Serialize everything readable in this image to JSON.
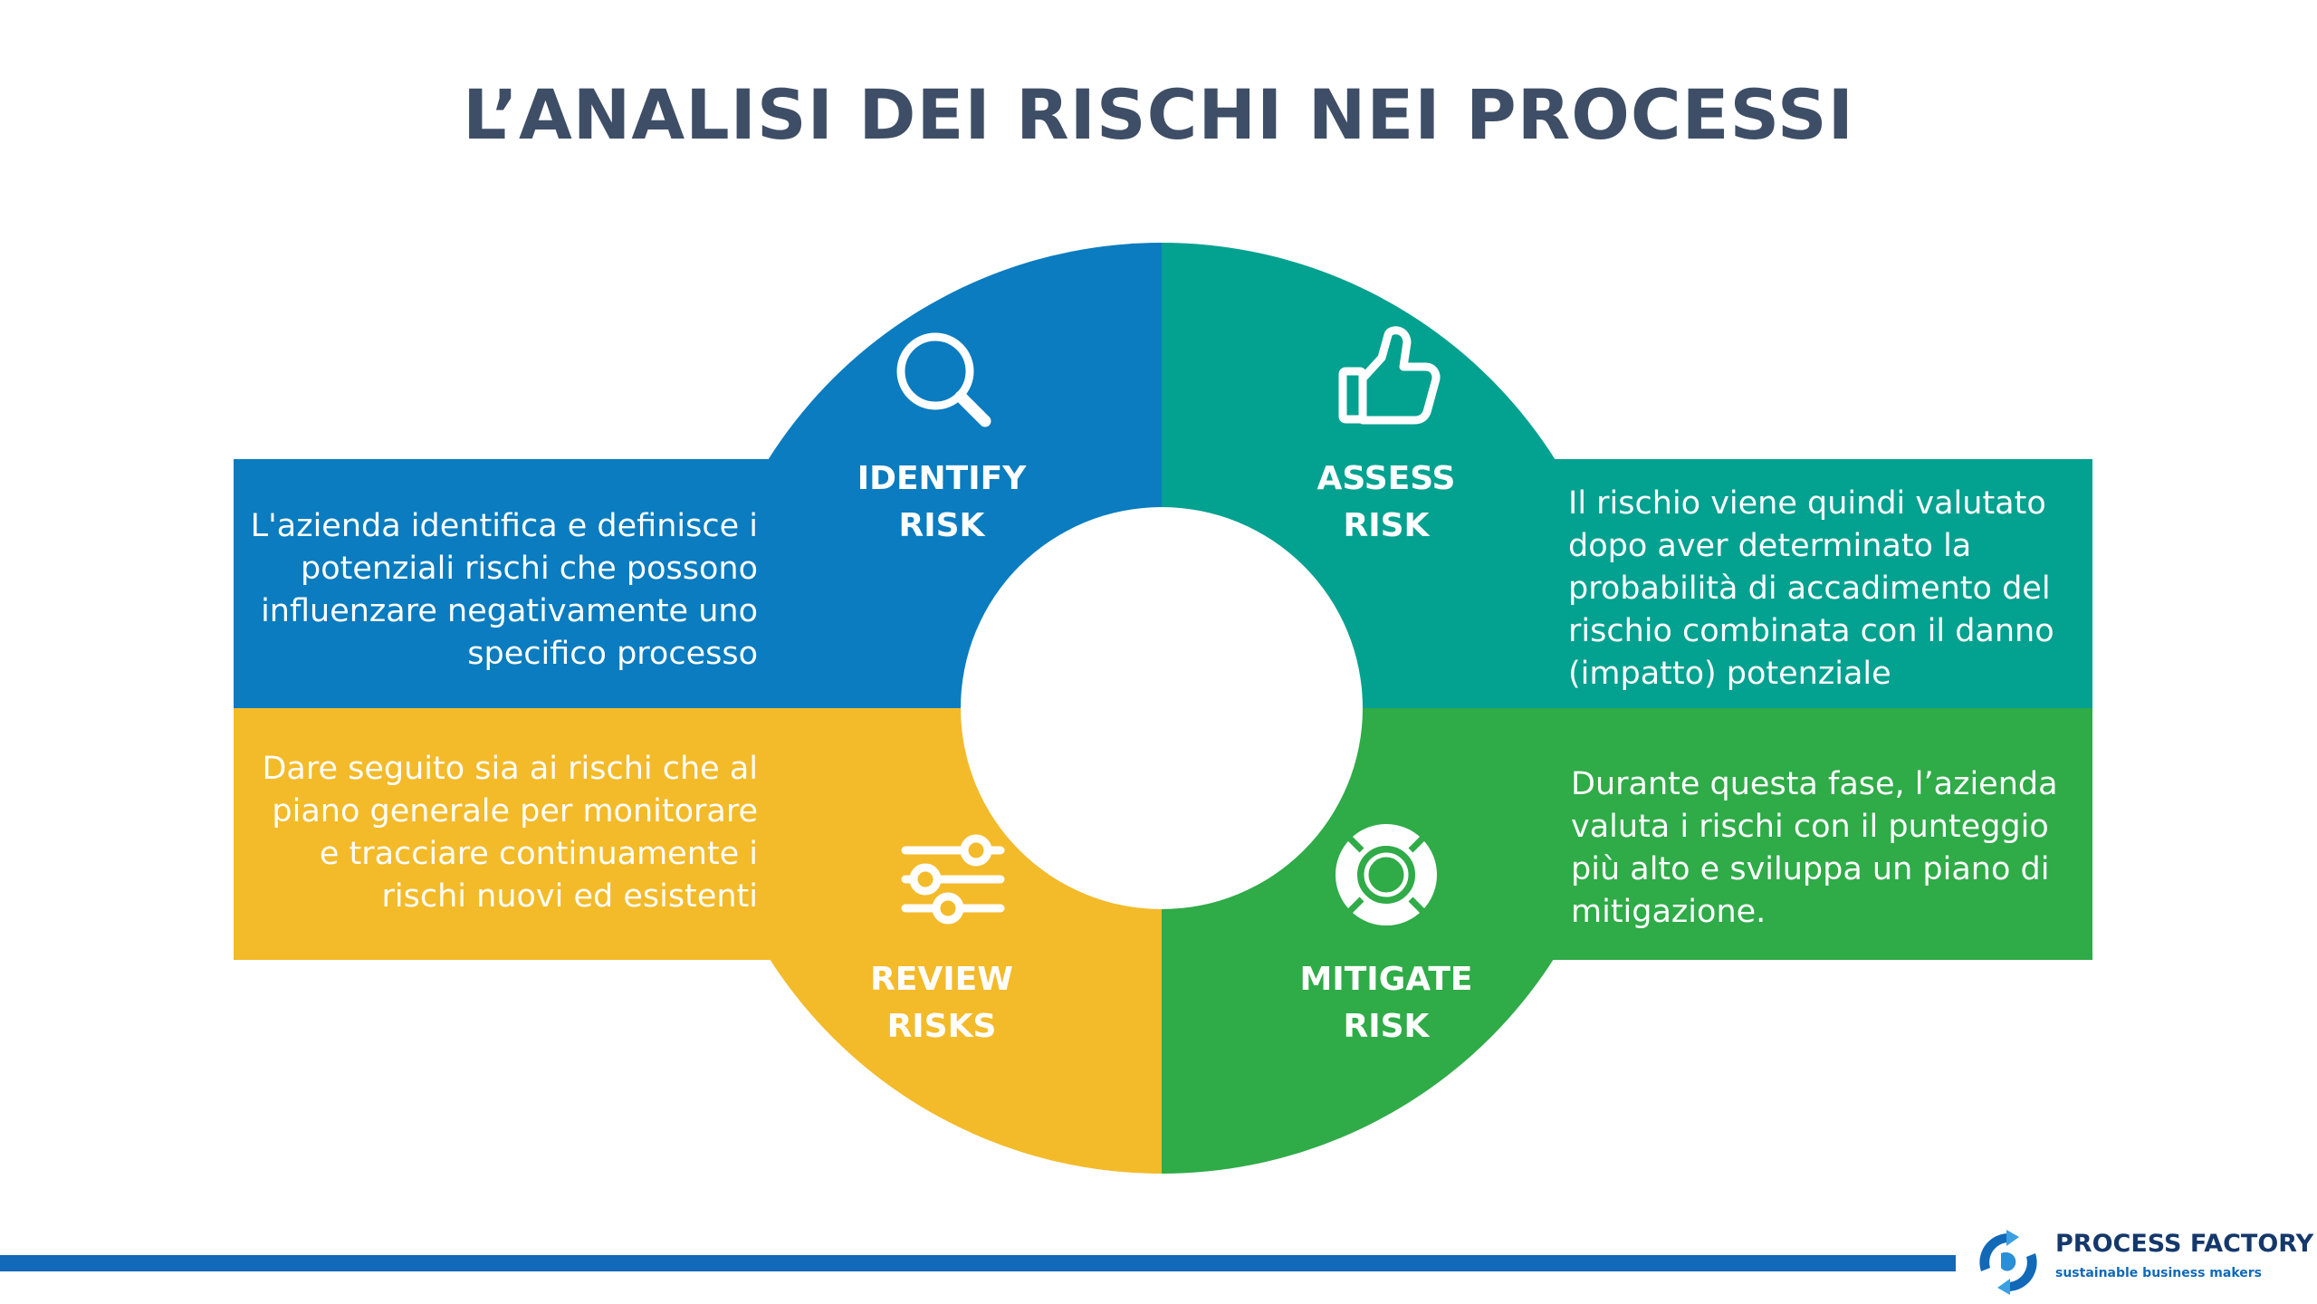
{
  "title": "L’ANALISI DEI RISCHI NEI PROCESSI",
  "colors": {
    "identify": "#0a7cbf",
    "assess": "#03a190",
    "review": "#f3ba2a",
    "mitigate": "#2fab48",
    "title": "#3e4e66",
    "footer": "#1169b8"
  },
  "quadrants": {
    "identify": {
      "label_line1": "IDENTIFY",
      "label_line2": "RISK",
      "icon": "magnifier-icon",
      "desc_lines": [
        "L'azienda identifica e definisce i",
        "potenziali rischi che possono",
        "influenzare negativamente uno",
        "specifico processo"
      ]
    },
    "assess": {
      "label_line1": "ASSESS",
      "label_line2": "RISK",
      "icon": "thumbs-up-icon",
      "desc_lines": [
        "Il rischio viene quindi valutato",
        "dopo aver determinato la",
        "probabilità di accadimento del",
        "rischio combinata con il danno",
        "(impatto) potenziale"
      ]
    },
    "review": {
      "label_line1": "REVIEW",
      "label_line2": "RISKS",
      "icon": "sliders-icon",
      "desc_lines": [
        "Dare seguito sia ai rischi che al",
        "piano generale per monitorare",
        "e tracciare continuamente i",
        "rischi nuovi ed esistenti"
      ]
    },
    "mitigate": {
      "label_line1": "MITIGATE",
      "label_line2": "RISK",
      "icon": "lifebuoy-icon",
      "desc_lines": [
        "Durante questa fase, l’azienda",
        "valuta i rischi con il punteggio",
        "più alto e sviluppa un piano di",
        "mitigazione."
      ]
    }
  },
  "logo": {
    "name": "PROCESS FACTORY",
    "tagline": "sustainable business makers",
    "icon": "process-factory-logo-icon"
  }
}
